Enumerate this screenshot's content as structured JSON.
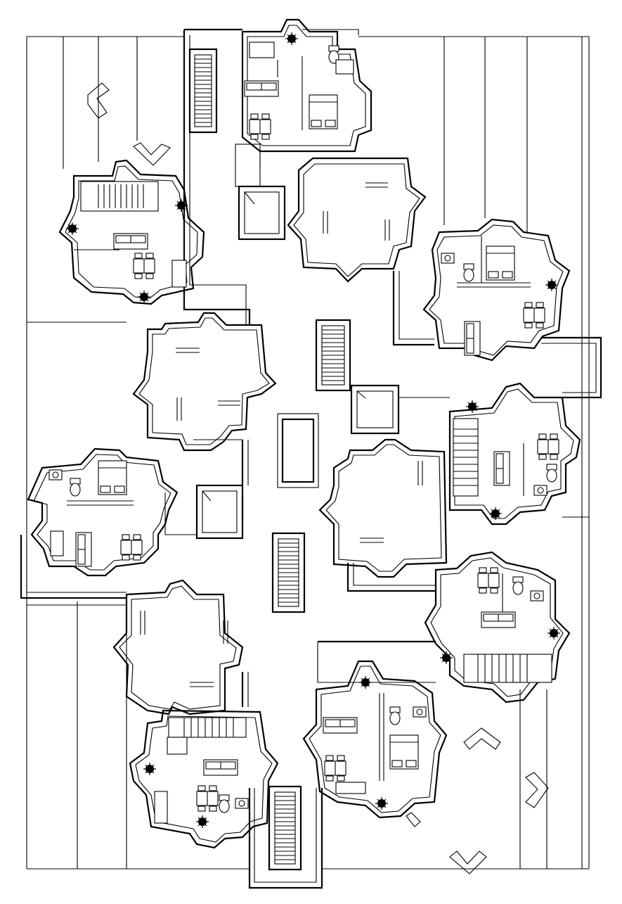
{
  "drawing": {
    "type": "architectural-floor-plan",
    "style": "black line drawing on white",
    "colors": {
      "background": "#ffffff",
      "line": "#000000"
    }
  },
  "apartments": [
    {
      "id": "north",
      "rooms": [
        "bedroom",
        "living",
        "stair",
        "bath"
      ]
    },
    {
      "id": "northwest",
      "rooms": [
        "stair",
        "living",
        "dining"
      ]
    },
    {
      "id": "east-upper",
      "rooms": [
        "bedroom",
        "living",
        "dining",
        "bath"
      ]
    },
    {
      "id": "west",
      "rooms": [
        "bedroom",
        "living",
        "dining",
        "bath"
      ]
    },
    {
      "id": "east-middle",
      "rooms": [
        "stair",
        "living",
        "dining",
        "bath"
      ]
    },
    {
      "id": "east-lower",
      "rooms": [
        "stair",
        "living",
        "bath"
      ]
    },
    {
      "id": "south-center",
      "rooms": [
        "bedroom",
        "living",
        "dining",
        "bath"
      ]
    },
    {
      "id": "southwest",
      "rooms": [
        "stair",
        "living",
        "bath"
      ]
    }
  ],
  "halls": [
    "hall-center-north",
    "hall-west-middle",
    "hall-east-middle",
    "hall-southwest"
  ],
  "stairs": [
    "stair-north",
    "stair-center-upper",
    "stair-center-lower",
    "stair-south-exit",
    "stair-northwest-unit",
    "stair-east-unit",
    "stair-southeast-unit",
    "stair-southwest-unit"
  ],
  "landscape": [
    "planter-nw",
    "planter-n",
    "planter-se",
    "planter-s",
    "planter-e"
  ]
}
